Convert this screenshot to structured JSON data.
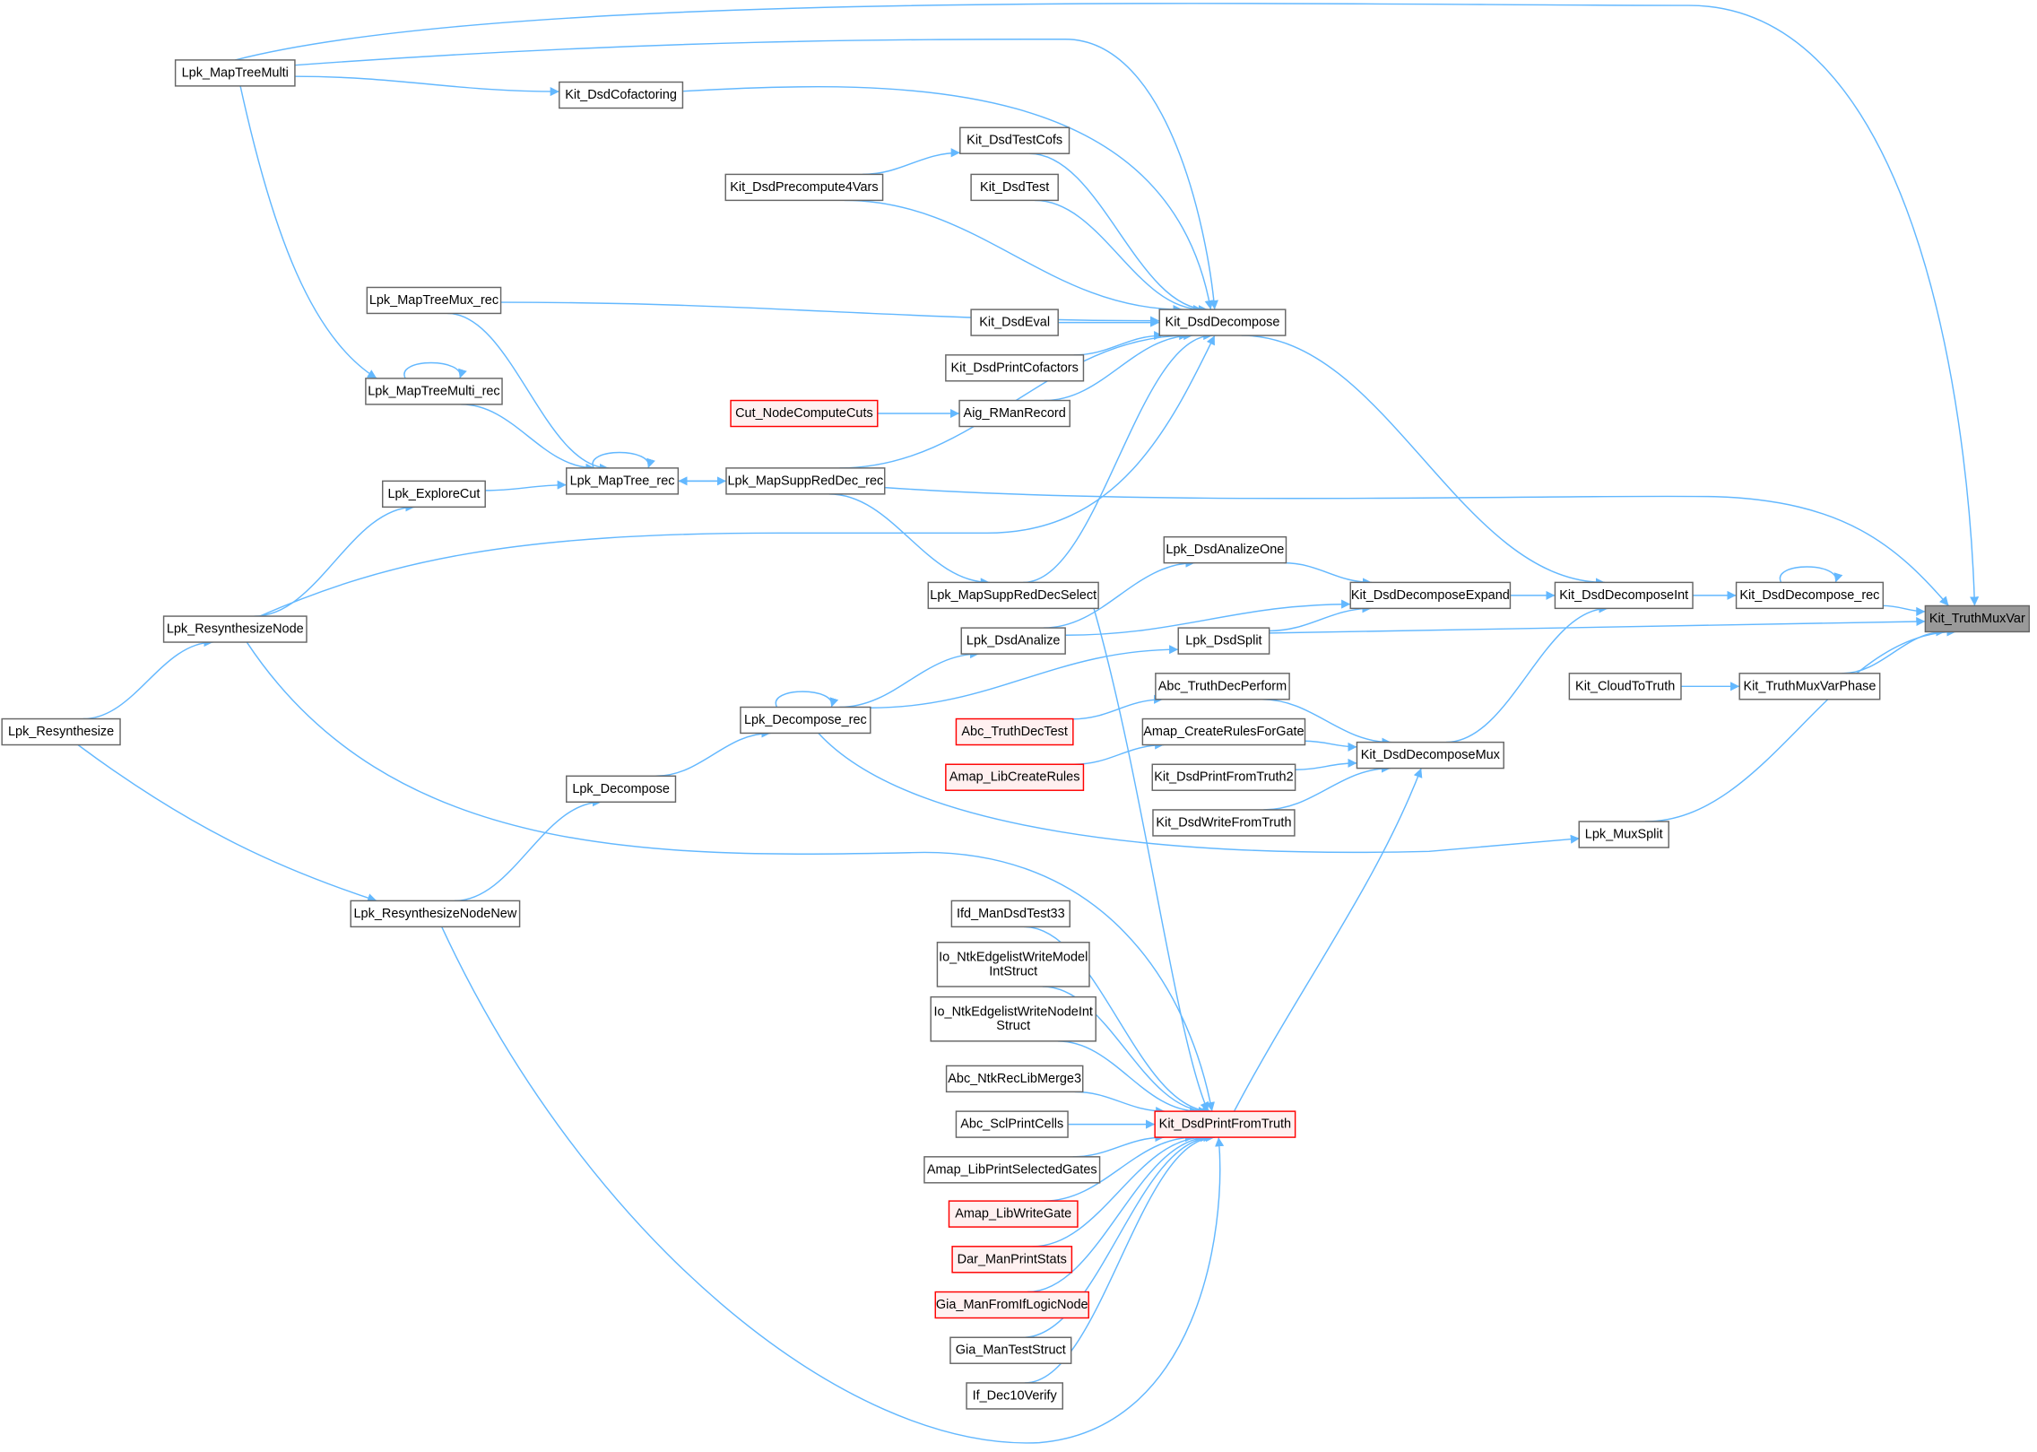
{
  "graph": {
    "title": "Kit_TruthMuxVar caller graph",
    "colors": {
      "edge": "#63b8ff",
      "node_border": "#666666",
      "red_border": "#ff0000",
      "red_fill": "#fff0f0",
      "highlight_fill": "#999999"
    },
    "nodes": [
      {
        "id": "n1",
        "label": "Lpk_MapTreeMulti",
        "style": "normal"
      },
      {
        "id": "n2",
        "label": "Kit_DsdCofactoring",
        "style": "normal"
      },
      {
        "id": "n3",
        "label": "Kit_DsdTestCofs",
        "style": "normal"
      },
      {
        "id": "n4",
        "label": "Kit_DsdPrecompute4Vars",
        "style": "normal"
      },
      {
        "id": "n5",
        "label": "Kit_DsdTest",
        "style": "normal"
      },
      {
        "id": "n6",
        "label": "Lpk_MapTreeMux_rec",
        "style": "normal"
      },
      {
        "id": "n7",
        "label": "Kit_DsdDecompose",
        "style": "normal"
      },
      {
        "id": "n8",
        "label": "Kit_DsdEval",
        "style": "normal"
      },
      {
        "id": "n9",
        "label": "Kit_DsdPrintCofactors",
        "style": "normal"
      },
      {
        "id": "n10",
        "label": "Lpk_MapTreeMulti_rec",
        "style": "normal"
      },
      {
        "id": "n11",
        "label": "Cut_NodeComputeCuts",
        "style": "red"
      },
      {
        "id": "n12",
        "label": "Aig_RManRecord",
        "style": "normal"
      },
      {
        "id": "n13",
        "label": "Lpk_ExploreCut",
        "style": "normal"
      },
      {
        "id": "n14",
        "label": "Lpk_MapTree_rec",
        "style": "normal"
      },
      {
        "id": "n15",
        "label": "Lpk_MapSuppRedDec_rec",
        "style": "normal"
      },
      {
        "id": "n16",
        "label": "Lpk_DsdAnalizeOne",
        "style": "normal"
      },
      {
        "id": "n17",
        "label": "Lpk_MapSuppRedDecSelect",
        "style": "normal"
      },
      {
        "id": "n18",
        "label": "Kit_DsdDecomposeExpand",
        "style": "normal"
      },
      {
        "id": "n19",
        "label": "Kit_DsdDecomposeInt",
        "style": "normal"
      },
      {
        "id": "n20",
        "label": "Kit_DsdDecompose_rec",
        "style": "normal"
      },
      {
        "id": "n21",
        "label": "Kit_TruthMuxVar",
        "style": "highlight"
      },
      {
        "id": "n22",
        "label": "Lpk_ResynthesizeNode",
        "style": "normal"
      },
      {
        "id": "n23",
        "label": "Lpk_DsdAnalize",
        "style": "normal"
      },
      {
        "id": "n24",
        "label": "Lpk_DsdSplit",
        "style": "normal"
      },
      {
        "id": "n25",
        "label": "Lpk_Resynthesize",
        "style": "normal"
      },
      {
        "id": "n26",
        "label": "Lpk_Decompose_rec",
        "style": "normal"
      },
      {
        "id": "n27",
        "label": "Abc_TruthDecPerform",
        "style": "normal"
      },
      {
        "id": "n28",
        "label": "Kit_CloudToTruth",
        "style": "normal"
      },
      {
        "id": "n29",
        "label": "Kit_TruthMuxVarPhase",
        "style": "normal"
      },
      {
        "id": "n30",
        "label": "Abc_TruthDecTest",
        "style": "red"
      },
      {
        "id": "n31",
        "label": "Amap_CreateRulesForGate",
        "style": "normal"
      },
      {
        "id": "n32",
        "label": "Kit_DsdDecomposeMux",
        "style": "normal"
      },
      {
        "id": "n33",
        "label": "Amap_LibCreateRules",
        "style": "red"
      },
      {
        "id": "n34",
        "label": "Kit_DsdPrintFromTruth2",
        "style": "normal"
      },
      {
        "id": "n35",
        "label": "Lpk_Decompose",
        "style": "normal"
      },
      {
        "id": "n36",
        "label": "Kit_DsdWriteFromTruth",
        "style": "normal"
      },
      {
        "id": "n37",
        "label": "Lpk_MuxSplit",
        "style": "normal"
      },
      {
        "id": "n38",
        "label": "Lpk_ResynthesizeNodeNew",
        "style": "normal"
      },
      {
        "id": "n39",
        "label": "Ifd_ManDsdTest33",
        "style": "normal"
      },
      {
        "id": "n40",
        "label": "Io_NtkEdgelistWriteModel\nIntStruct",
        "style": "normal"
      },
      {
        "id": "n41",
        "label": "Io_NtkEdgelistWriteNodeInt\nStruct",
        "style": "normal"
      },
      {
        "id": "n42",
        "label": "Abc_NtkRecLibMerge3",
        "style": "normal"
      },
      {
        "id": "n43",
        "label": "Kit_DsdPrintFromTruth",
        "style": "red"
      },
      {
        "id": "n44",
        "label": "Abc_SclPrintCells",
        "style": "normal"
      },
      {
        "id": "n45",
        "label": "Amap_LibPrintSelectedGates",
        "style": "normal"
      },
      {
        "id": "n46",
        "label": "Amap_LibWriteGate",
        "style": "red"
      },
      {
        "id": "n47",
        "label": "Dar_ManPrintStats",
        "style": "red"
      },
      {
        "id": "n48",
        "label": "Gia_ManFromIfLogicNode",
        "style": "red"
      },
      {
        "id": "n49",
        "label": "Gia_ManTestStruct",
        "style": "normal"
      },
      {
        "id": "n50",
        "label": "If_Dec10Verify",
        "style": "normal"
      }
    ],
    "edges": [
      [
        "n1",
        "n21"
      ],
      [
        "n1",
        "n7"
      ],
      [
        "n1",
        "n2"
      ],
      [
        "n1",
        "n10"
      ],
      [
        "n2",
        "n7"
      ],
      [
        "n4",
        "n3"
      ],
      [
        "n4",
        "n7"
      ],
      [
        "n3",
        "n7"
      ],
      [
        "n5",
        "n7"
      ],
      [
        "n6",
        "n7"
      ],
      [
        "n6",
        "n14"
      ],
      [
        "n8",
        "n7"
      ],
      [
        "n9",
        "n7"
      ],
      [
        "n11",
        "n12"
      ],
      [
        "n12",
        "n7"
      ],
      [
        "n10",
        "n10"
      ],
      [
        "n10",
        "n14"
      ],
      [
        "n13",
        "n14"
      ],
      [
        "n14",
        "n14"
      ],
      [
        "n14",
        "n15"
      ],
      [
        "n15",
        "n14"
      ],
      [
        "n15",
        "n7"
      ],
      [
        "n15",
        "n21"
      ],
      [
        "n15",
        "n17"
      ],
      [
        "n22",
        "n13"
      ],
      [
        "n22",
        "n7"
      ],
      [
        "n22",
        "n43"
      ],
      [
        "n25",
        "n22"
      ],
      [
        "n25",
        "n38"
      ],
      [
        "n17",
        "n7"
      ],
      [
        "n17",
        "n43"
      ],
      [
        "n23",
        "n16"
      ],
      [
        "n23",
        "n18"
      ],
      [
        "n16",
        "n18"
      ],
      [
        "n24",
        "n18"
      ],
      [
        "n24",
        "n21"
      ],
      [
        "n18",
        "n19"
      ],
      [
        "n7",
        "n19"
      ],
      [
        "n19",
        "n20"
      ],
      [
        "n20",
        "n20"
      ],
      [
        "n20",
        "n21"
      ],
      [
        "n32",
        "n19"
      ],
      [
        "n28",
        "n29"
      ],
      [
        "n29",
        "n21"
      ],
      [
        "n37",
        "n21"
      ],
      [
        "n26",
        "n26"
      ],
      [
        "n26",
        "n23"
      ],
      [
        "n26",
        "n24"
      ],
      [
        "n26",
        "n37"
      ],
      [
        "n35",
        "n26"
      ],
      [
        "n38",
        "n35"
      ],
      [
        "n38",
        "n43"
      ],
      [
        "n30",
        "n27"
      ],
      [
        "n27",
        "n32"
      ],
      [
        "n33",
        "n31"
      ],
      [
        "n31",
        "n32"
      ],
      [
        "n34",
        "n32"
      ],
      [
        "n36",
        "n32"
      ],
      [
        "n43",
        "n32"
      ],
      [
        "n39",
        "n43"
      ],
      [
        "n40",
        "n43"
      ],
      [
        "n41",
        "n43"
      ],
      [
        "n42",
        "n43"
      ],
      [
        "n44",
        "n43"
      ],
      [
        "n45",
        "n43"
      ],
      [
        "n46",
        "n43"
      ],
      [
        "n47",
        "n43"
      ],
      [
        "n48",
        "n43"
      ],
      [
        "n49",
        "n43"
      ],
      [
        "n50",
        "n43"
      ]
    ]
  }
}
